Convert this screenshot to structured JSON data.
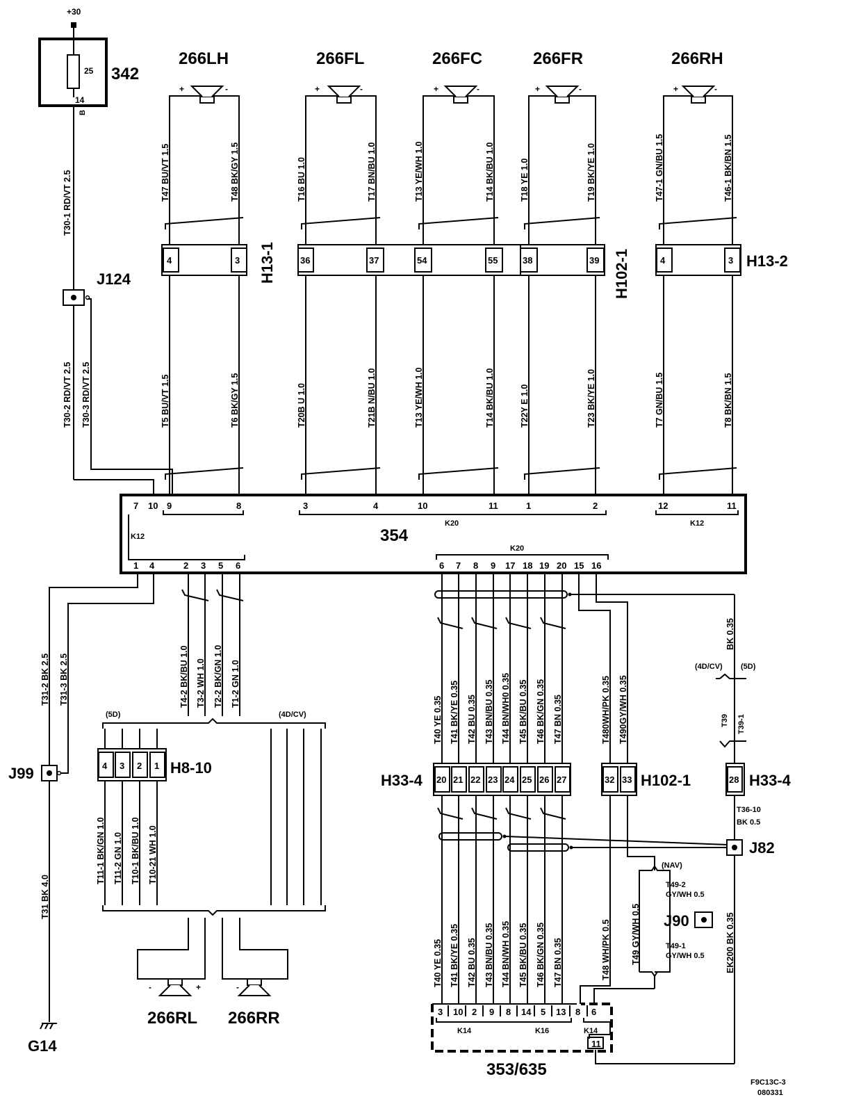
{
  "supply_label": "+30",
  "fuse": {
    "id": "342",
    "rating": "25",
    "pin": "14",
    "pin_letter": "B"
  },
  "splices": {
    "j124": "J124",
    "j99": "J99",
    "j82": "J82",
    "j90": "J90"
  },
  "ground": "G14",
  "amplifier": {
    "id": "354",
    "k12_left": "K12",
    "k20_top": "K20",
    "k12_right": "K12",
    "k20_bottom": "K20"
  },
  "navigation_unit": {
    "id": "353/635",
    "k14_left": "K14",
    "k16": "K16",
    "k14_right": "K14"
  },
  "drawing_ref": {
    "code": "F9C13C-3",
    "date": "080331"
  },
  "speakers": {
    "lh": "266LH",
    "fl": "266FL",
    "fc": "266FC",
    "fr": "266FR",
    "rh": "266RH",
    "rl": "266RL",
    "rr": "266RR"
  },
  "speaker_polarity": {
    "plus": "+",
    "minus": "-"
  },
  "connectors": {
    "h13_1": "H13-1",
    "h102_1_top": "H102-1",
    "h13_2": "H13-2",
    "h8_10": "H8-10",
    "h33_4_left": "H33-4",
    "h102_1_bottom": "H102-1",
    "h33_4_right": "H33-4"
  },
  "variants": {
    "five_door": "(5D)",
    "four_door_cv": "(4D/CV)",
    "nav": "(NAV)"
  },
  "connector_pins": {
    "h13_1": [
      "4",
      "3"
    ],
    "h102_top": [
      "36",
      "37",
      "54",
      "55",
      "38",
      "39"
    ],
    "h13_2": [
      "4",
      "3"
    ],
    "h8_10": [
      "4",
      "3",
      "2",
      "1"
    ],
    "h33_4": [
      "20",
      "21",
      "22",
      "23",
      "24",
      "25",
      "26",
      "27"
    ],
    "h102_bottom": [
      "32",
      "33"
    ],
    "h33_4_right": [
      "28"
    ]
  },
  "amp_pins_top": [
    "7",
    "10",
    "9",
    "8",
    "3",
    "4",
    "10",
    "11",
    "1",
    "2",
    "12",
    "11"
  ],
  "amp_pins_bottom_left": [
    "1",
    "4",
    "2",
    "3",
    "5",
    "6"
  ],
  "amp_pins_bottom_right": [
    "6",
    "7",
    "8",
    "9",
    "17",
    "18",
    "19",
    "20",
    "15",
    "16"
  ],
  "nav_pins": [
    "3",
    "10",
    "2",
    "9",
    "8",
    "14",
    "5",
    "13",
    "8",
    "6",
    "11"
  ],
  "wire_labels": {
    "t30_1": "T30-1  RD/VT  2.5",
    "t30_2": "T30-2  RD/VT  2.5",
    "t30_3": "T30-3  RD/VT  2.5",
    "t31_2": "T31-2  BK  2.5",
    "t31_3": "T31-3  BK  2.5",
    "t31": "T31  BK  4.0",
    "upper": [
      "T47  BU/VT   1.5",
      "T48  BK/GY   1.5",
      "T16  BU  1.0",
      "T17  BN/BU    1.0",
      "T13  YE/WH   1.0",
      "T14  BK/BU   1.0",
      "T18  YE  1.0",
      "T19  BK/YE    1.0",
      "T47-1   GN/BU     1.5",
      "T46-1   BK/BN    1.5"
    ],
    "lower": [
      "T5  BU/VT   1.5",
      "T6  BK/GY  1.5",
      "T20B  U   1.0",
      "T21B  N/BU   1.0",
      "T13  YE/WH   1.0",
      "T14  BK/BU   1.0",
      "T22Y  E  1.0",
      "T23  BK/YE   1.0",
      "T7  GN/BU    1.5",
      "T8  BK/BN    1.5"
    ],
    "rear": [
      "T4-2  BK/BU 1.0",
      "T3-2  WH 1.0",
      "T2-2  BK/GN 1.0",
      "T1-2  GN 1.0"
    ],
    "h8": [
      "T11-1 BK/GN  1.0",
      "T11-2 GN  1.0",
      "T10-1  BK/BU  1.0",
      "T10-21 WH  1.0"
    ],
    "nav_upper": [
      "T40  YE  0.35",
      "T41  BK/YE  0.35",
      "T42  BU  0.35",
      "T43  BN/BU  0.35",
      "T44  BN/WH0  0.35",
      "T45  BK/BU  0.35",
      "T46  BK/GN  0.35",
      "T47  BN  0.35",
      "T480WH/PK  0.35",
      "T490GY/WH  0.35"
    ],
    "nav_lower": [
      "T40  YE  0.35",
      "T41  BK/YE  0.35",
      "T42  BU    0.35",
      "T43  BN/BU  0.35",
      "T44  BN/WH   0.35",
      "T45  BK/BU  0.35",
      "T46  BK/GN  0.35",
      "T47  BN  0.35",
      "T48   WH/PK    0.5"
    ],
    "bk_035": "BK 0.35",
    "t39": "T39",
    "t39_1": "T39-1",
    "t36_10": "T36-10",
    "t36_10_b": "BK 0.5",
    "t49": "T49  GY/WH     0.5",
    "t49_2": "T49-2",
    "t49_2_b": "GY/WH 0.5",
    "t49_1": "T49-1",
    "t49_1_b": "GY/WH 0.5",
    "ek200": "EK200   BK  0.35"
  }
}
